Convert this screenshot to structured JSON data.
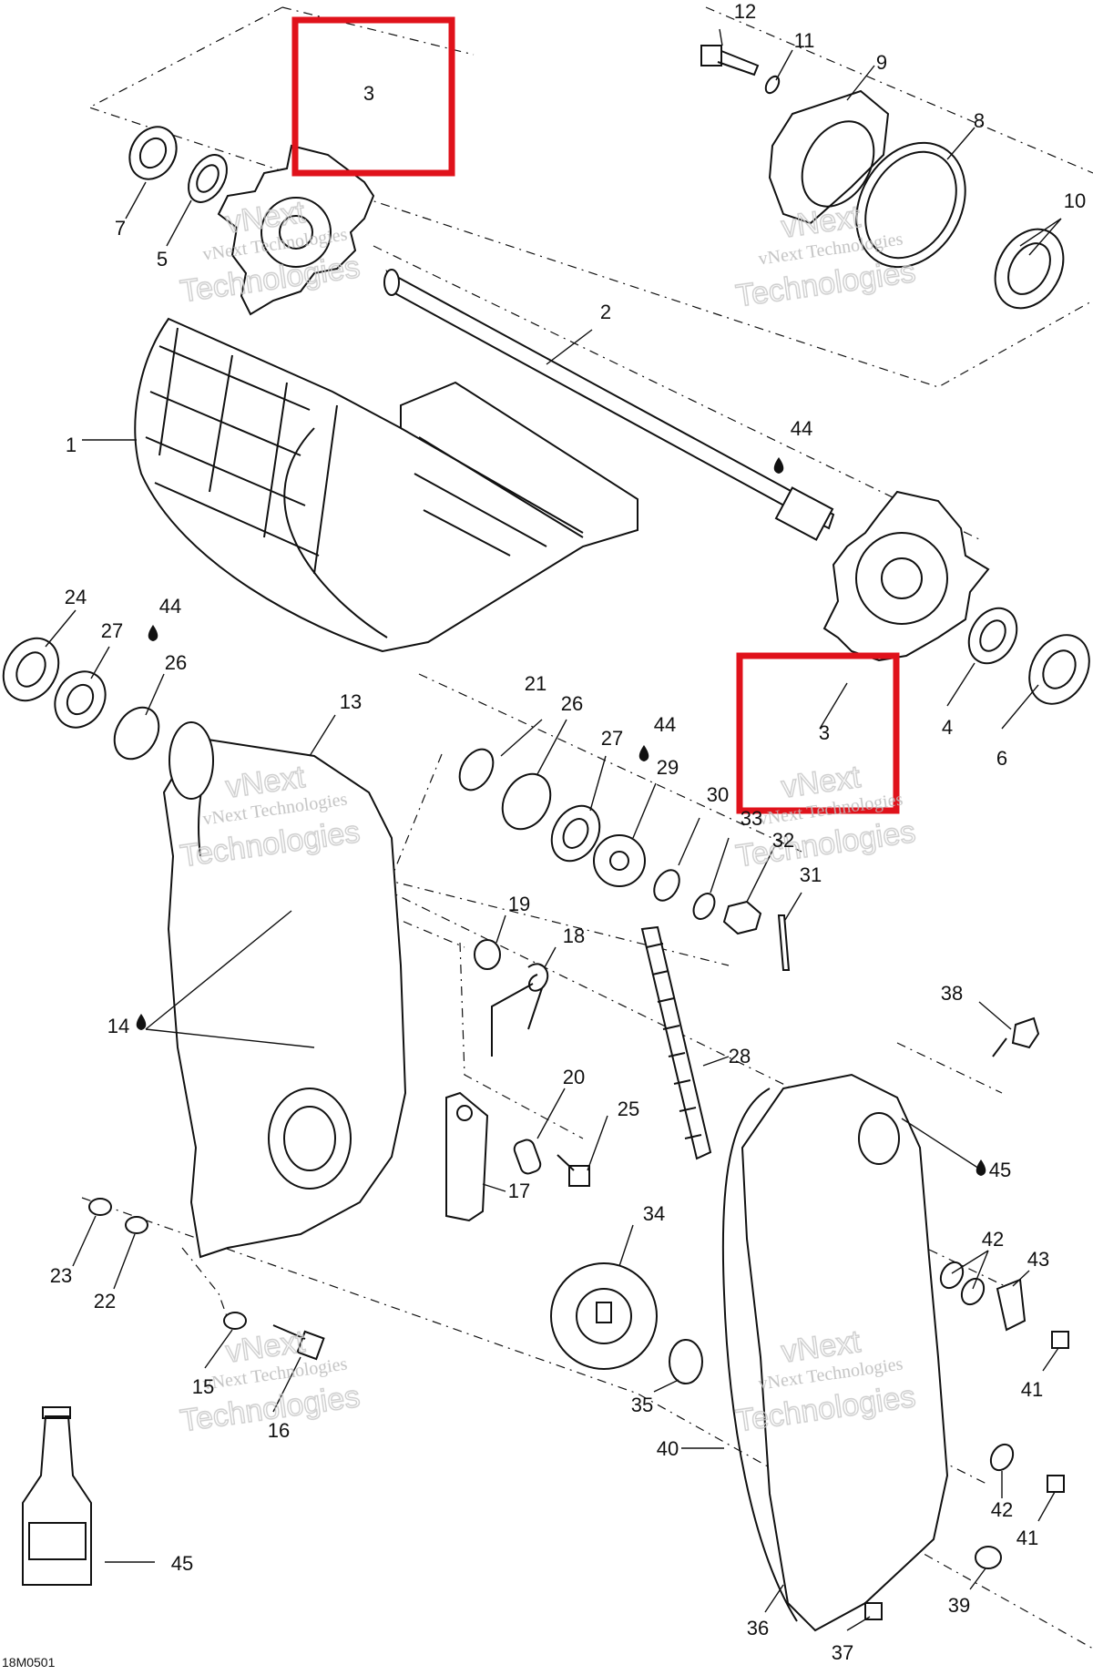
{
  "diagram": {
    "drawing_code": "18M0501",
    "highlighted_part": "3",
    "highlight_color": "#e0121b",
    "watermark_line1": "vNext Technologies",
    "watermark_line2": "Technologies",
    "watermark_tag": "vNext",
    "callouts": [
      {
        "id": "c1",
        "text": "1"
      },
      {
        "id": "c2",
        "text": "2"
      },
      {
        "id": "c3a",
        "text": "3"
      },
      {
        "id": "c3b",
        "text": "3"
      },
      {
        "id": "c4",
        "text": "4"
      },
      {
        "id": "c5",
        "text": "5"
      },
      {
        "id": "c6",
        "text": "6"
      },
      {
        "id": "c7",
        "text": "7"
      },
      {
        "id": "c8",
        "text": "8"
      },
      {
        "id": "c9",
        "text": "9"
      },
      {
        "id": "c10",
        "text": "10"
      },
      {
        "id": "c11",
        "text": "11"
      },
      {
        "id": "c12",
        "text": "12"
      },
      {
        "id": "c13",
        "text": "13"
      },
      {
        "id": "c14",
        "text": "14"
      },
      {
        "id": "c15",
        "text": "15"
      },
      {
        "id": "c16",
        "text": "16"
      },
      {
        "id": "c17",
        "text": "17"
      },
      {
        "id": "c18",
        "text": "18"
      },
      {
        "id": "c19",
        "text": "19"
      },
      {
        "id": "c20",
        "text": "20"
      },
      {
        "id": "c21",
        "text": "21"
      },
      {
        "id": "c22",
        "text": "22"
      },
      {
        "id": "c23",
        "text": "23"
      },
      {
        "id": "c24",
        "text": "24"
      },
      {
        "id": "c25",
        "text": "25"
      },
      {
        "id": "c26a",
        "text": "26"
      },
      {
        "id": "c26b",
        "text": "26"
      },
      {
        "id": "c27a",
        "text": "27"
      },
      {
        "id": "c27b",
        "text": "27"
      },
      {
        "id": "c28",
        "text": "28"
      },
      {
        "id": "c29",
        "text": "29"
      },
      {
        "id": "c30",
        "text": "30"
      },
      {
        "id": "c31",
        "text": "31"
      },
      {
        "id": "c32",
        "text": "32"
      },
      {
        "id": "c33",
        "text": "33"
      },
      {
        "id": "c34",
        "text": "34"
      },
      {
        "id": "c35",
        "text": "35"
      },
      {
        "id": "c36",
        "text": "36"
      },
      {
        "id": "c37",
        "text": "37"
      },
      {
        "id": "c38",
        "text": "38"
      },
      {
        "id": "c39",
        "text": "39"
      },
      {
        "id": "c40",
        "text": "40"
      },
      {
        "id": "c41a",
        "text": "41"
      },
      {
        "id": "c41b",
        "text": "41"
      },
      {
        "id": "c42a",
        "text": "42"
      },
      {
        "id": "c42b",
        "text": "42"
      },
      {
        "id": "c43",
        "text": "43"
      },
      {
        "id": "c44a",
        "text": "44"
      },
      {
        "id": "c44b",
        "text": "44"
      },
      {
        "id": "c44c",
        "text": "44"
      },
      {
        "id": "c45a",
        "text": "45"
      },
      {
        "id": "c45b",
        "text": "45"
      }
    ]
  }
}
